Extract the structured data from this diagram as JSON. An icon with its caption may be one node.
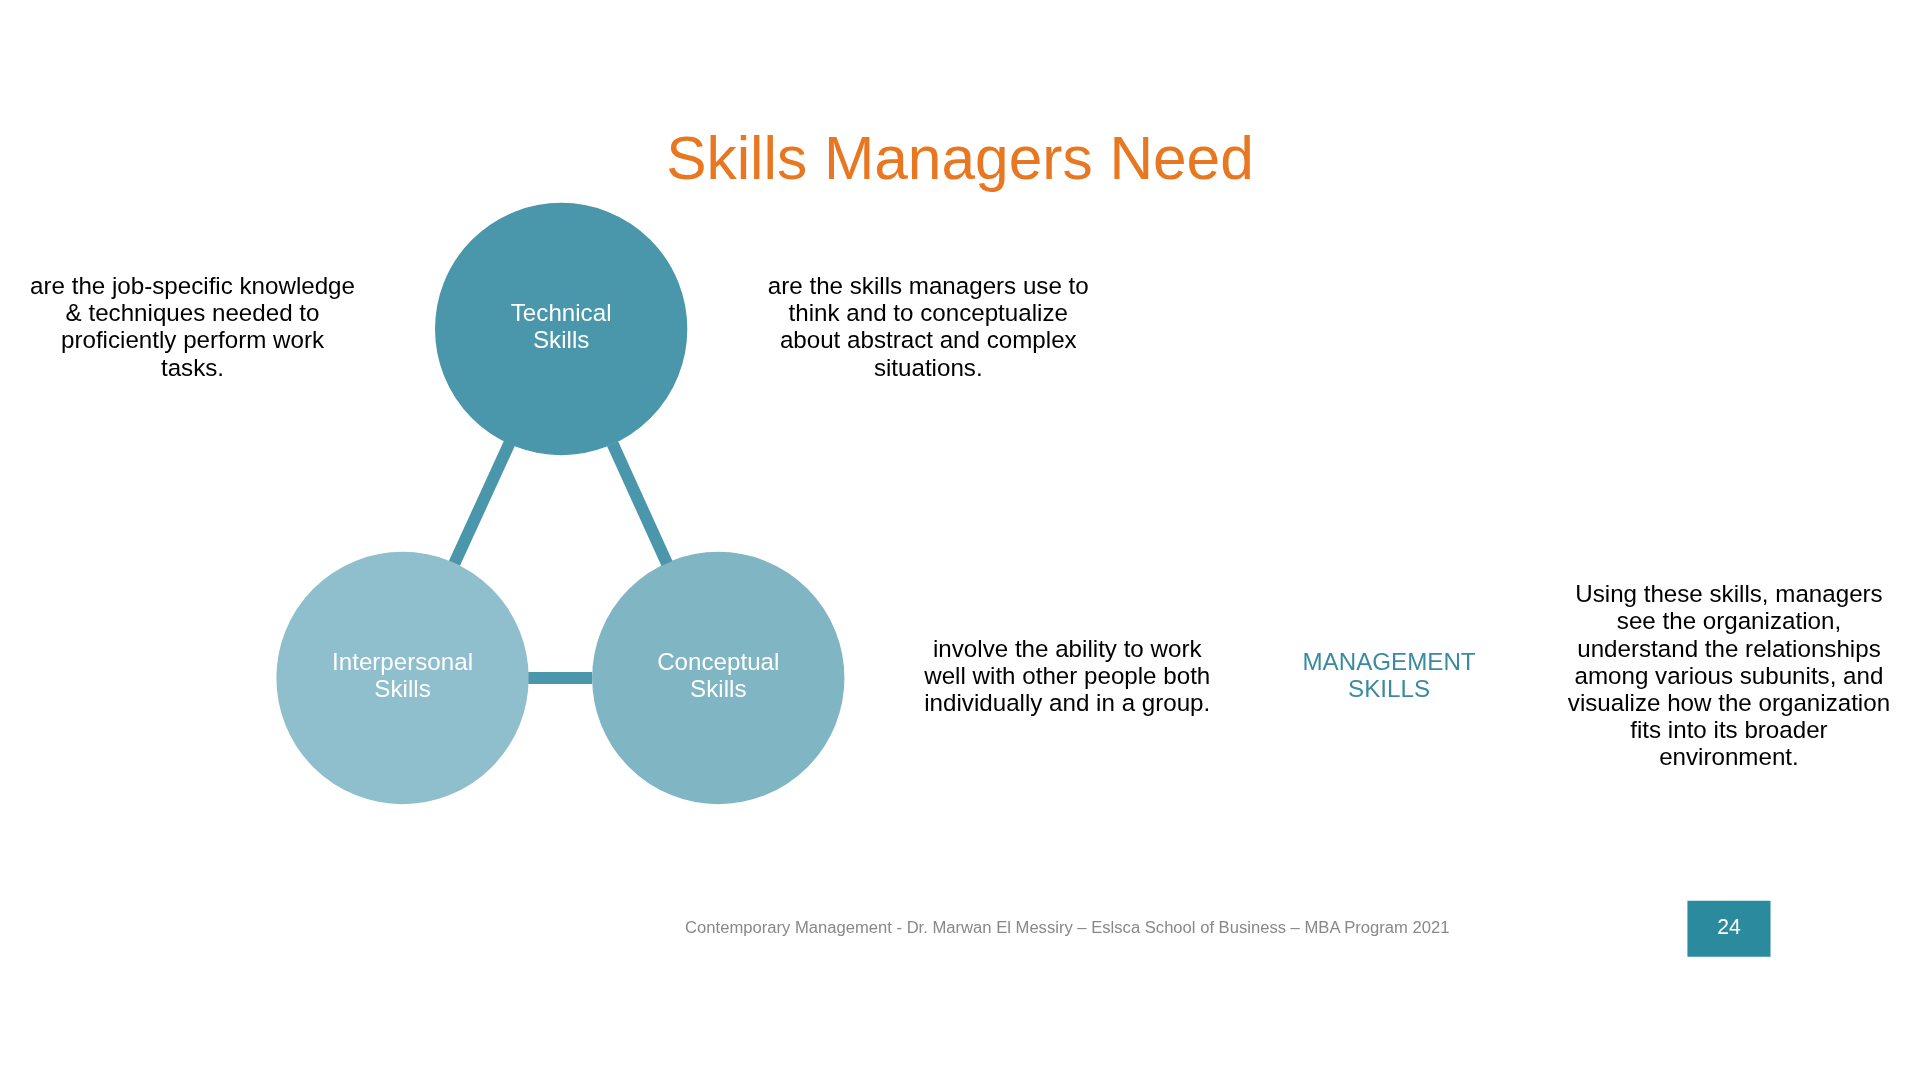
{
  "diagram": {
    "title": "Skills Managers Need",
    "nodes": [
      {
        "text": [
          "Technical Skills"
        ]
      },
      {
        "text": [
          "Interpersonal Skills"
        ]
      },
      {
        "text": [
          "Conceptual Skills"
        ]
      }
    ],
    "edges": [
      {
        "from": 0,
        "to": 1,
        "arrow": "none"
      },
      {
        "from": 0,
        "to": 2,
        "arrow": "none"
      },
      {
        "from": 1,
        "to": 2,
        "arrow": "none"
      }
    ],
    "labels": [
      "are the job-specific knowledge & techniques needed to proficiently perform work tasks.",
      "are the skills managers use to think and to conceptualize about abstract and complex situations.",
      "Using these skills, managers see the organization, understand the relationships among various subunits, and visualize how the organization fits into its broader environment.",
      "MANAGEMENT SKILLS",
      "involve the ability to work well with other people both individually and in a group.",
      "Contemporary Management - Dr. Marwan El Messiry – Eslsca School of Business – MBA Program 2021",
      "24"
    ]
  }
}
